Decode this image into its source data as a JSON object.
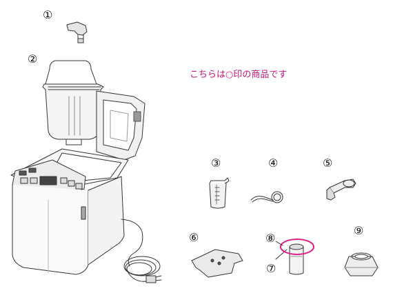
{
  "notice": {
    "before": "こちらは",
    "mark": "○",
    "after": "印の商品です"
  },
  "callouts": [
    "①",
    "②",
    "③",
    "④",
    "⑤",
    "⑥",
    "⑦",
    "⑧",
    "⑨"
  ],
  "highlight_color": "#e21f86"
}
